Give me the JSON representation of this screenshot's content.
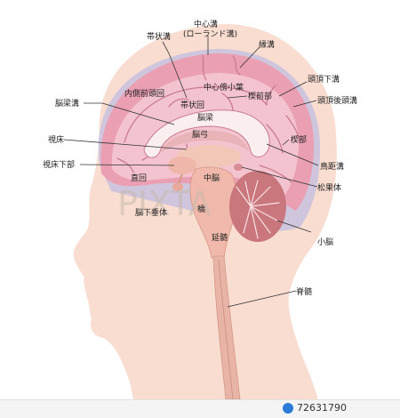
{
  "labels": {
    "central_sulcus": "中心溝",
    "central_sulcus_alt": "(ローランド溝)",
    "cingulate_sulcus": "帯状溝",
    "marginal_sulcus": "縁溝",
    "subparietal_sulcus": "頭頂下溝",
    "parieto_occipital_sulcus": "頭頂後頭溝",
    "callosal_sulcus": "脳梁溝",
    "medial_frontal_gyrus": "内側前頭回",
    "paracentral_lobule": "中心傍小葉",
    "cingulate_gyrus": "帯状回",
    "precuneus": "楔前部",
    "corpus_callosum": "脳梁",
    "fornix": "脳弓",
    "cuneus": "楔部",
    "thalamus": "視床",
    "hypothalamus": "視床下部",
    "gyrus_rectus": "直回",
    "midbrain": "中脳",
    "calcarine_sulcus": "鳥距溝",
    "pineal_body": "松果体",
    "pituitary_gland": "脳下垂体",
    "pons": "橋",
    "medulla": "延髄",
    "cerebellum": "小脳",
    "spinal_cord": "脊髄"
  },
  "watermark": "PIXTA",
  "footer": {
    "image_id": "72631790"
  },
  "colors": {
    "skin": "#f9ddd0",
    "cortex": "#ea9fb3",
    "cortex_inner": "#f3c3cf",
    "dura": "#cfc6dd",
    "white_matter": "#fbeeee",
    "brainstem": "#f0b9ab",
    "cerebellum": "#c9767d",
    "spinal_cord": "#e7b4a6"
  }
}
